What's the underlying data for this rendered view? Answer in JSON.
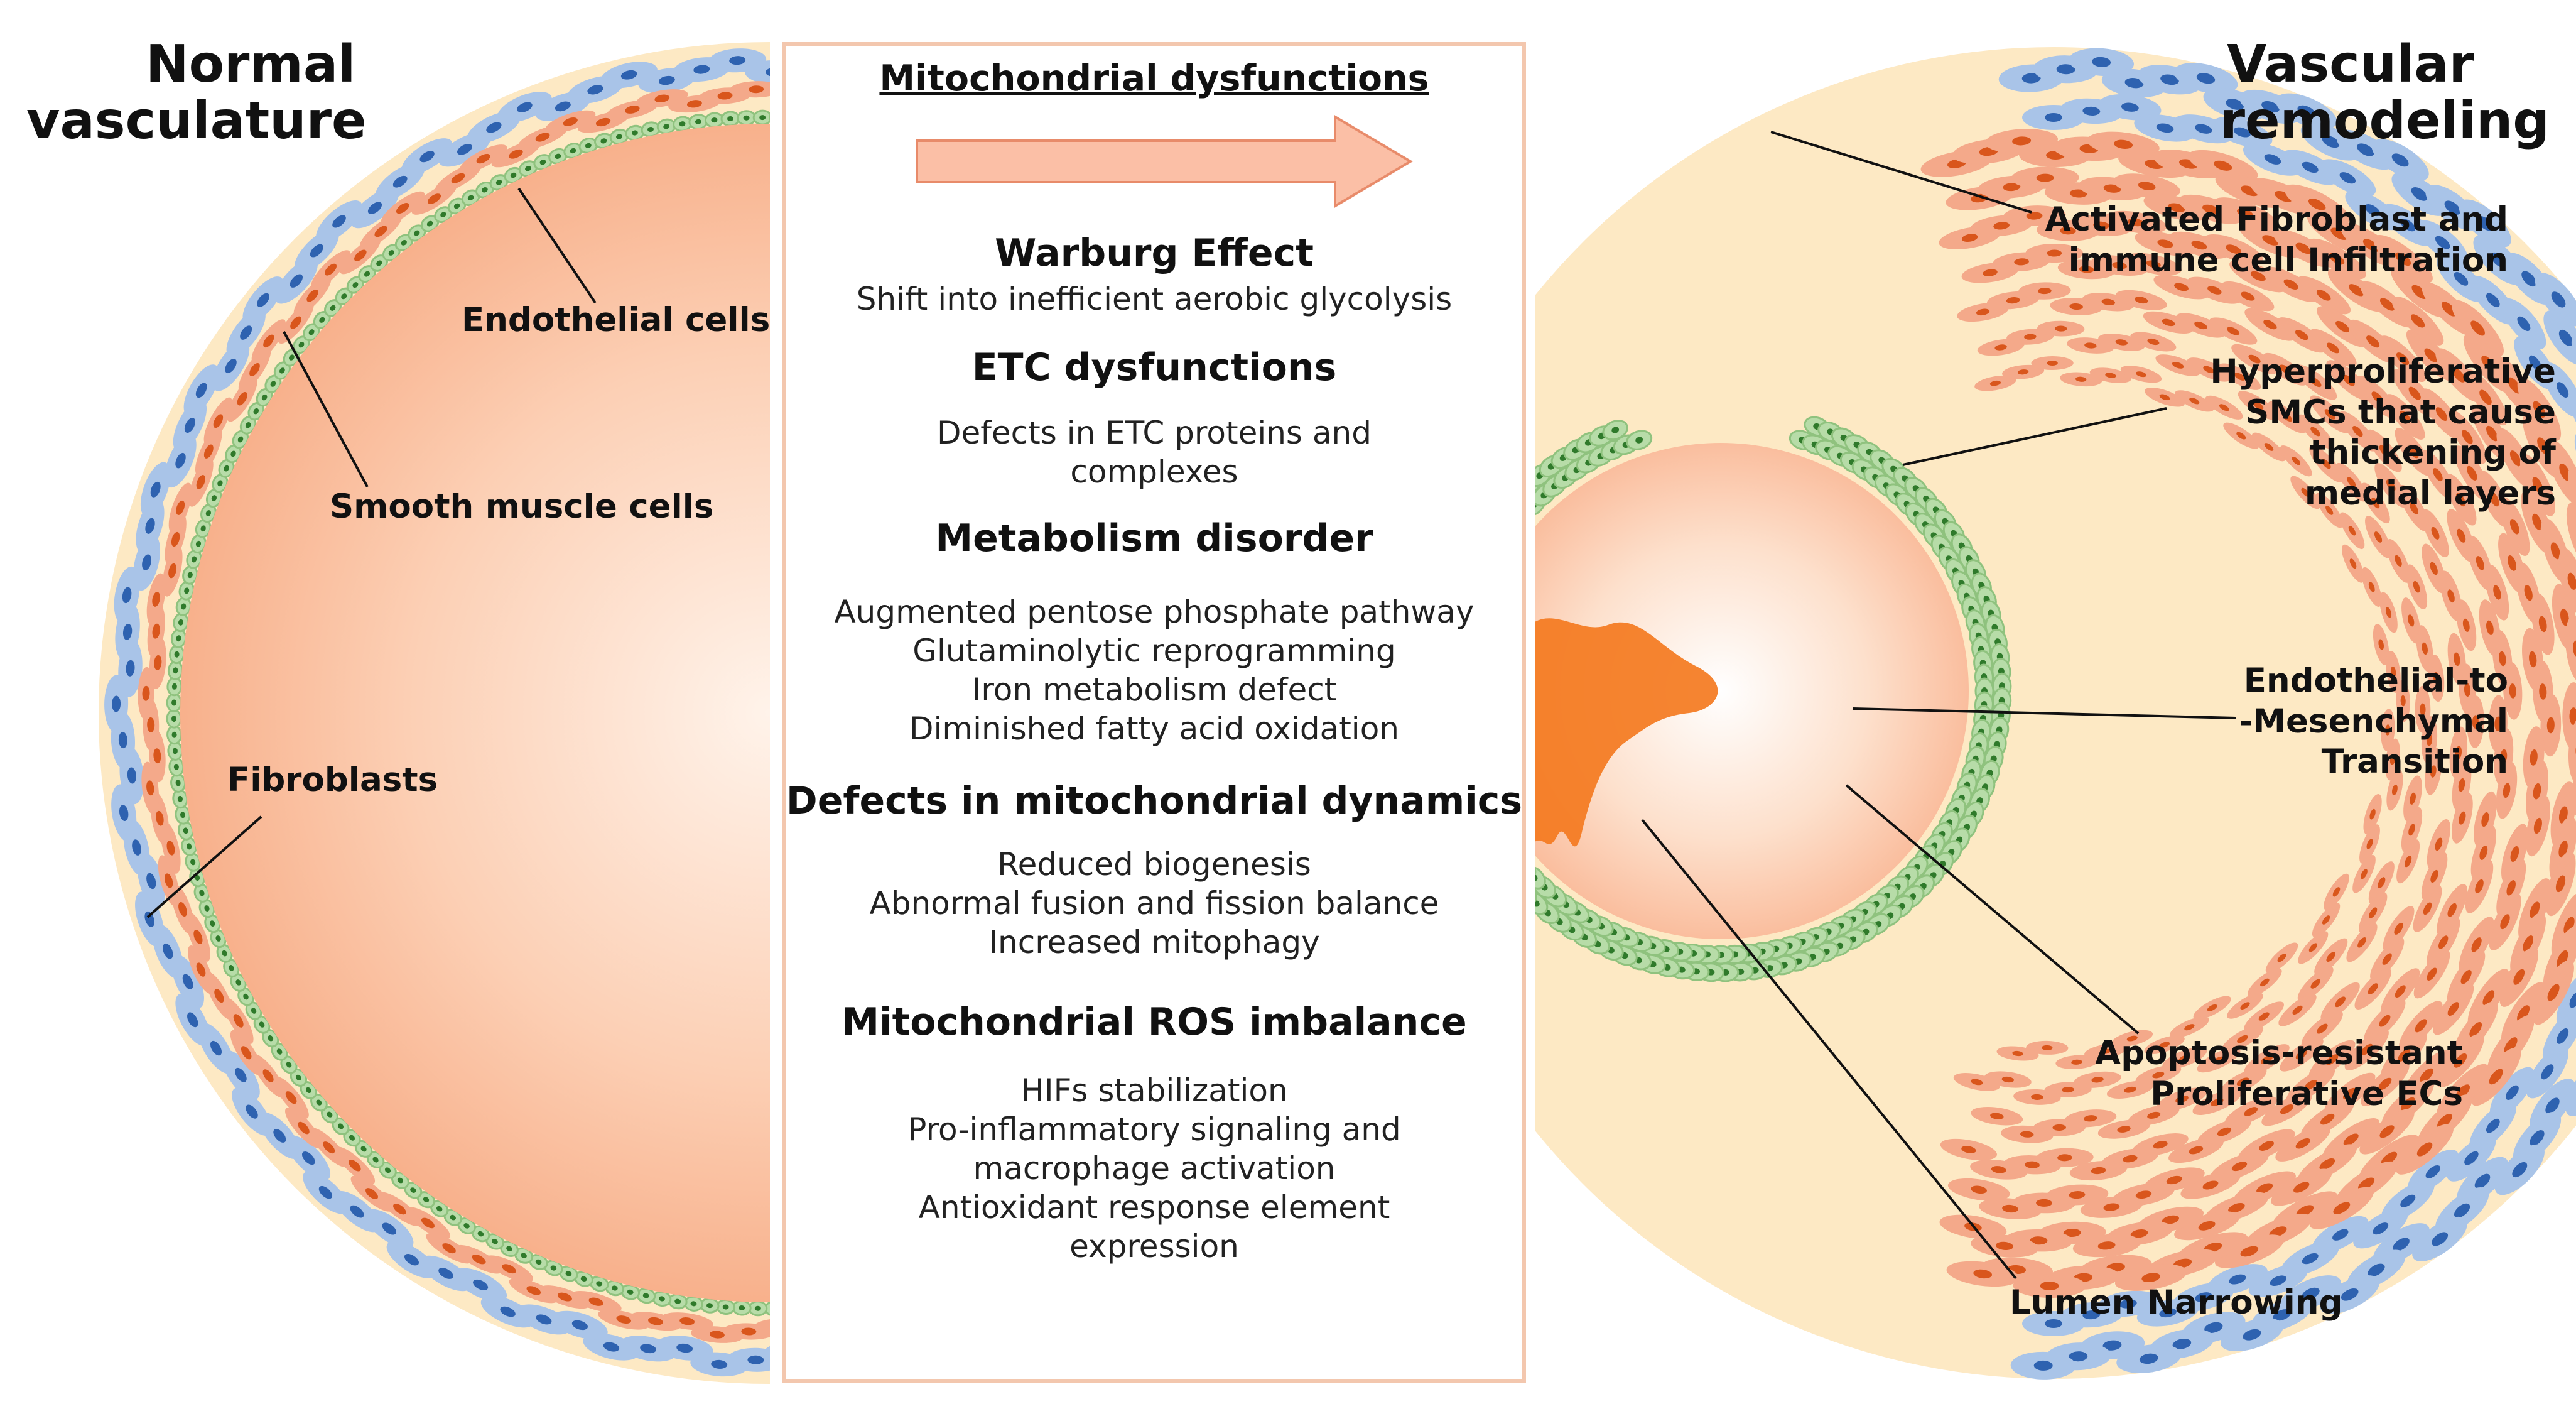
{
  "left_title": [
    "Normal",
    "vasculature"
  ],
  "right_title": [
    "Vascular",
    "remodeling"
  ],
  "left_labels": {
    "endothelial": "Endothelial cells",
    "smooth_muscle": "Smooth muscle cells",
    "fibroblasts": "Fibroblasts"
  },
  "right_labels": {
    "fibroblast_infiltration": [
      "Activated Fibroblast and",
      "immune cell Infiltration"
    ],
    "hyperproliferative": [
      "Hyperproliferative",
      "SMCs that cause",
      "thickening of",
      "medial layers"
    ],
    "endmt": [
      "Endothelial-to",
      "-Mesenchymal",
      "Transition"
    ],
    "apoptosis": [
      "Apoptosis-resistant",
      "Proliferative ECs"
    ],
    "lumen": "Lumen Narrowing"
  },
  "middle": {
    "title": "Mitochondrial dysfunctions",
    "sections": [
      {
        "heading": "Warburg Effect",
        "items": [
          "Shift into inefficient aerobic glycolysis"
        ]
      },
      {
        "heading": "ETC dysfunctions",
        "items": [
          "Defects in ETC proteins and",
          "complexes"
        ]
      },
      {
        "heading": "Metabolism disorder",
        "items": [
          "Augmented pentose phosphate pathway",
          "Glutaminolytic reprogramming",
          "Iron metabolism defect",
          "Diminished fatty acid oxidation"
        ]
      },
      {
        "heading": "Defects in mitochondrial dynamics",
        "items": [
          "Reduced biogenesis",
          "Abnormal fusion and fission balance",
          "Increased mitophagy"
        ]
      },
      {
        "heading": "Mitochondrial ROS imbalance",
        "items": [
          "HIFs stabilization",
          "Pro-inflammatory signaling and",
          "macrophage activation",
          "Antioxidant response element",
          "expression"
        ]
      }
    ]
  },
  "colors": {
    "fibroblast_blue": "#a9c4e8",
    "fibroblast_nucleus": "#2e62b0",
    "smc_salmon": "#f4a98a",
    "smc_nucleus": "#d9561c",
    "endothelial_green": "#b7dca8",
    "endothelial_nucleus": "#2f7a2b",
    "adventitia_cream": "#fde9c4",
    "lumen_orange": "#f78a3a",
    "arrow_fill": "#fbbfa6",
    "arrow_stroke": "#e88b6a",
    "box_border": "#f3c7ae"
  }
}
